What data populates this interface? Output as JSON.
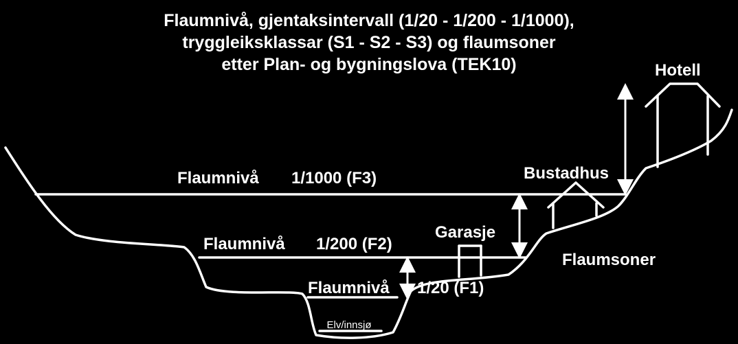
{
  "title": {
    "line1": "Flaumnivå, gjentaksintervall (1/20 - 1/200 - 1/1000),",
    "line2": "tryggleiksklassar (S1 - S2 - S3) og flaumsoner",
    "line3": "etter Plan- og bygningslova (TEK10)"
  },
  "levels": {
    "f3": {
      "name": "Flaumnivå",
      "interval": "1/1000 (F3)"
    },
    "f2": {
      "name": "Flaumnivå",
      "interval": "1/200 (F2)"
    },
    "f1": {
      "name": "Flaumnivå",
      "interval": "1/20 (F1)"
    }
  },
  "labels": {
    "river": "Elv/innsjø",
    "garage": "Garasje",
    "house": "Bustadhus",
    "hotel": "Hotell",
    "zones": "Flaumsoner"
  },
  "colors": {
    "background": "#000000",
    "foreground": "#ffffff"
  }
}
